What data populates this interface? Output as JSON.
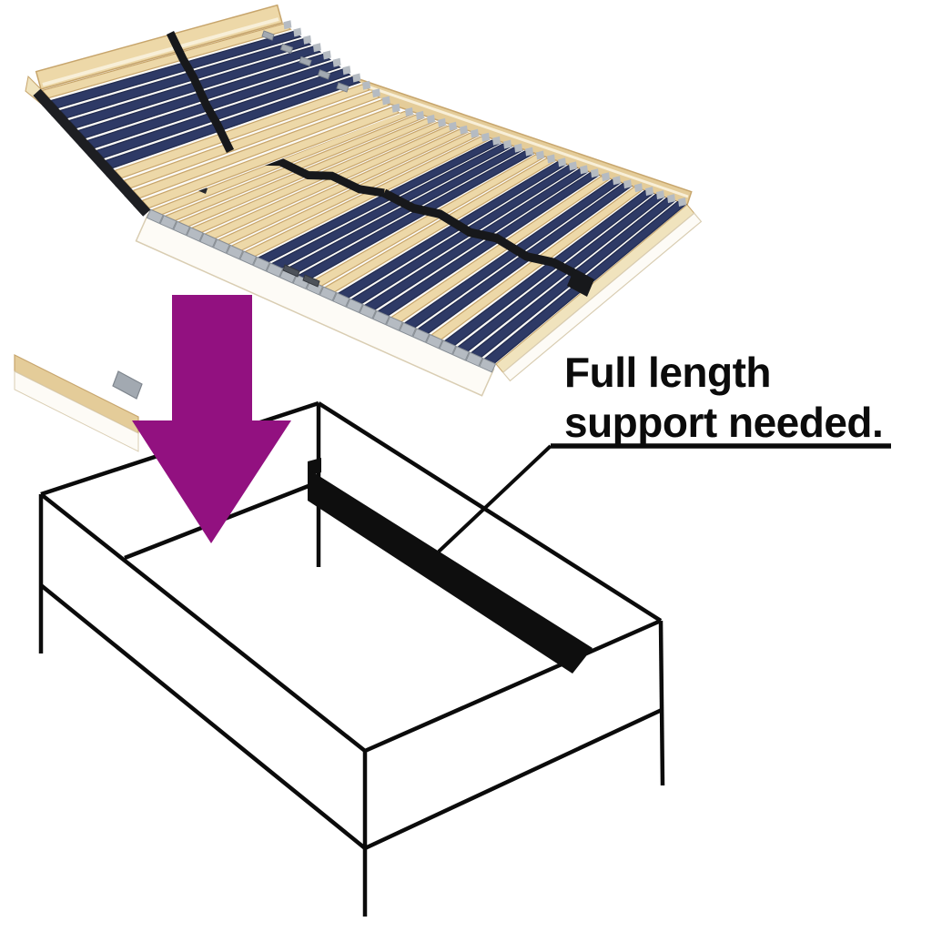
{
  "annotation": {
    "line1": "Full length",
    "line2": "support needed."
  },
  "colors": {
    "background": "#ffffff",
    "arrow_purple": "#921180",
    "line_black": "#0b0b0b",
    "text_black": "#0b0b0b",
    "beam_black": "#0e0e0e",
    "wood_light": "#edd8a8",
    "wood_band": "#e4cc99",
    "wood_edge": "#c7a56c",
    "wood_highlight": "#f8efd8",
    "wood_face_top": "#f0e3bd",
    "slat_navy": "#2e3a66",
    "slat_navy_edge": "#222b4e",
    "deck_bg": "#fdfcf8",
    "holder_grey": "#b5bbc2",
    "holder_grey_edge": "#878e96",
    "holder_black": "#1d1e22",
    "strap_black": "#17181b",
    "metal_grey": "#a2a9b1",
    "metal_grey_edge": "#7e858d",
    "rail_face_white": "#fdfbf6",
    "rail_face_edge": "#d9cdb2",
    "dark_holder": "#4d525a"
  },
  "illustration": {
    "subject": "slatted-bed-base-with-raised-head-section",
    "deck_slat_pattern": [
      "wood",
      "wood",
      "wood",
      "wood",
      "wood",
      "wood",
      "wood",
      "wood",
      "navy",
      "navy",
      "navy",
      "navy",
      "wood",
      "wood",
      "navy",
      "navy",
      "navy",
      "navy",
      "wood",
      "navy",
      "navy",
      "wood",
      "navy",
      "navy",
      "navy",
      "navy"
    ],
    "flap_slat_pattern": [
      "wood",
      "navy",
      "navy",
      "navy",
      "navy",
      "navy",
      "navy",
      "navy",
      "wood",
      "wood",
      "wood",
      "wood"
    ]
  }
}
